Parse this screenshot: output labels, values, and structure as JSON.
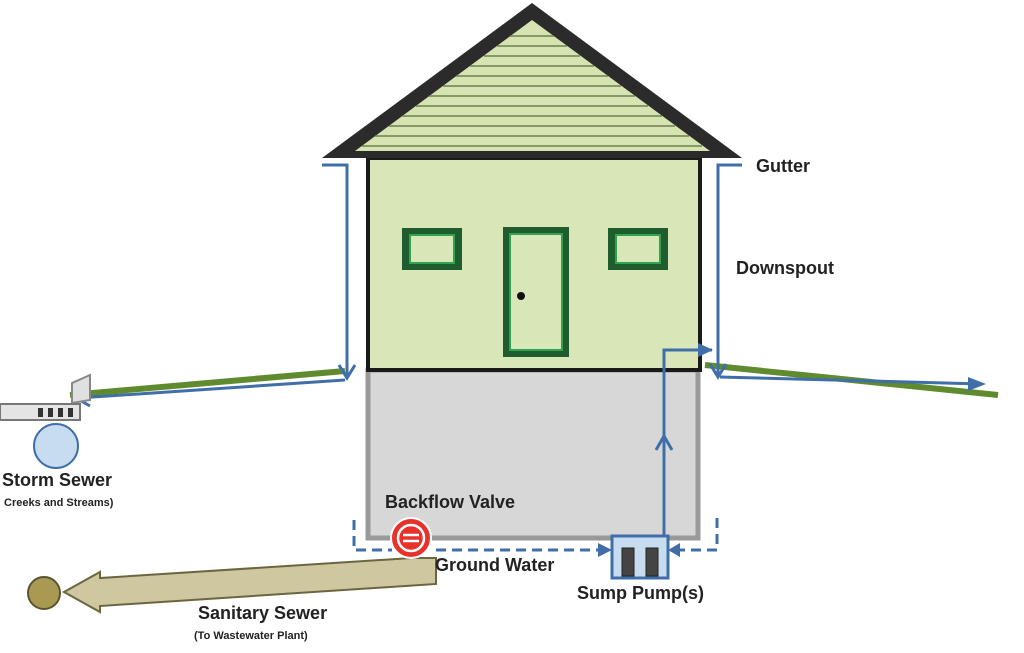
{
  "labels": {
    "gutter": "Gutter",
    "downspout": "Downspout",
    "storm_sewer": "Storm Sewer",
    "storm_sewer_note": "Creeks and Streams)",
    "backflow_valve": "Backflow Valve",
    "ground_water": "Ground Water",
    "sump_pump": "Sump Pump(s)",
    "sanitary_sewer": "Sanitary Sewer",
    "sanitary_sewer_note": "(To Wastewater Plant)"
  },
  "colors": {
    "roof_fill": "#d6e4b2",
    "roof_outline": "#2b2b2b",
    "wall_fill": "#d9e6b8",
    "wall_outline": "#1a1a1a",
    "window_outline": "#1f7a3a",
    "window_fill": "#d9e6b8",
    "basement_fill": "#d7d7d7",
    "basement_outline": "#999999",
    "water_line": "#3f6ea8",
    "ground_line": "#5f8a2e",
    "storm_sewer_fill": "#c8dcf0",
    "sanitary_pipe_fill": "#cfc7a0",
    "sanitary_pipe_outline": "#6b6640",
    "sanitary_end_fill": "#a89a52",
    "valve_fill": "#e8312a",
    "pump_fill": "#c8dcf0"
  }
}
